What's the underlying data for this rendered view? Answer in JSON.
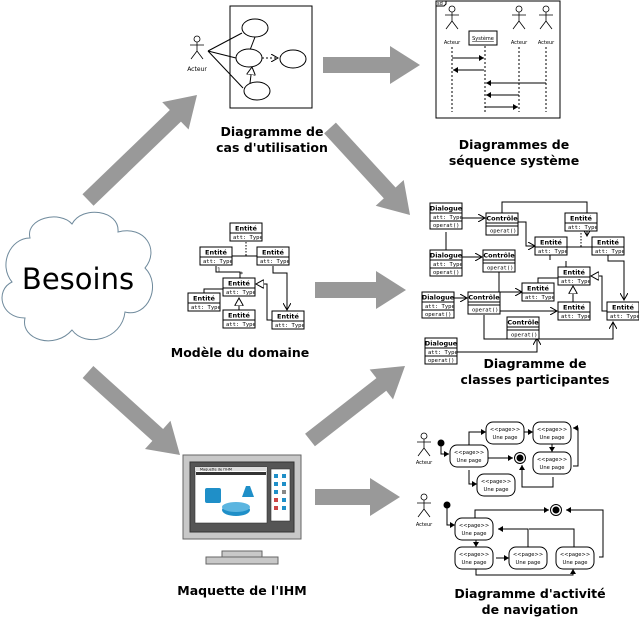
{
  "besoins": "Besoins",
  "titles": {
    "use_case": [
      "Diagramme de",
      "cas d'utilisation"
    ],
    "sequence": [
      "Diagrammes de",
      "séquence système"
    ],
    "domain": "Modèle du domaine",
    "classes": [
      "Diagramme de",
      "classes participantes"
    ],
    "ihm": "Maquette de l'IHM",
    "navigation": [
      "Diagramme d'activité",
      "de navigation"
    ]
  },
  "labels": {
    "actor": "Acteur",
    "system": "Système",
    "sd": "sd",
    "entity": "Entité",
    "dialogue": "Dialogue",
    "control": "Contrôle",
    "attribute": "att: Type",
    "operation": "operat()",
    "page_stereotype": "<<page>>",
    "page_name": "Une page",
    "mult_one": "1",
    "mult_many": "*",
    "mockup_window_title": "Maquette de l'IHM"
  },
  "colors": {
    "arrow": "#999999",
    "cloud_stroke": "#6f8a9c",
    "monitor": "#c8c8c8",
    "screen_bg": "#555555",
    "icon_blue": "#1f8fc8"
  }
}
